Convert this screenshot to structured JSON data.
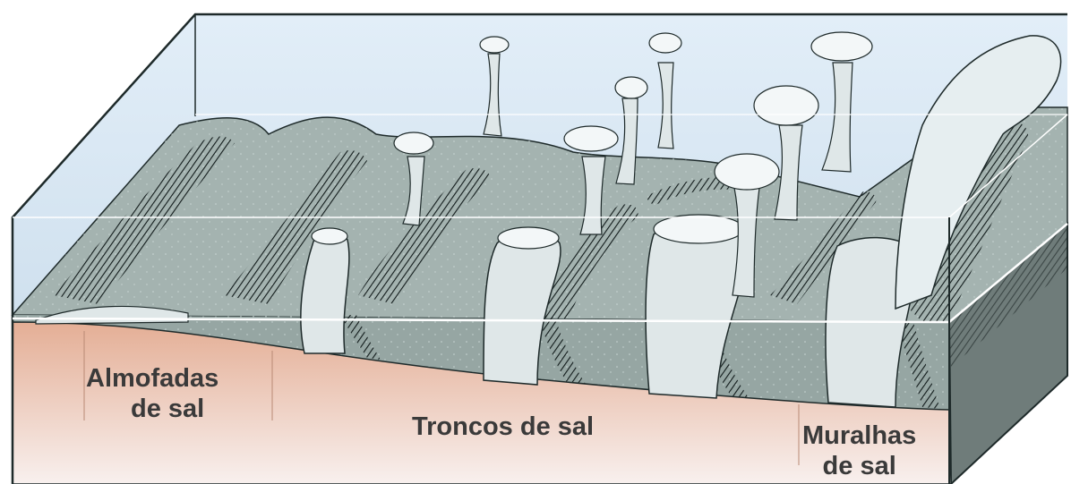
{
  "labels": {
    "salt_pillows_line1": "Almofadas",
    "salt_pillows_line2": "de sal",
    "salt_stocks": "Troncos de sal",
    "salt_walls_line1": "Muralhas",
    "salt_walls_line2": "de sal"
  },
  "colors": {
    "water": "#d6e6f3",
    "sediment_surface": "#9fb0ac",
    "sediment_section": "#8e9e9a",
    "salt": "#eef4f6",
    "salt_shadow": "#b9c4c3",
    "salt_layer_top": "#e9b9a0",
    "salt_layer_bottom": "#f7efec",
    "outline": "#1e2a2a",
    "hatching": "#101818"
  }
}
